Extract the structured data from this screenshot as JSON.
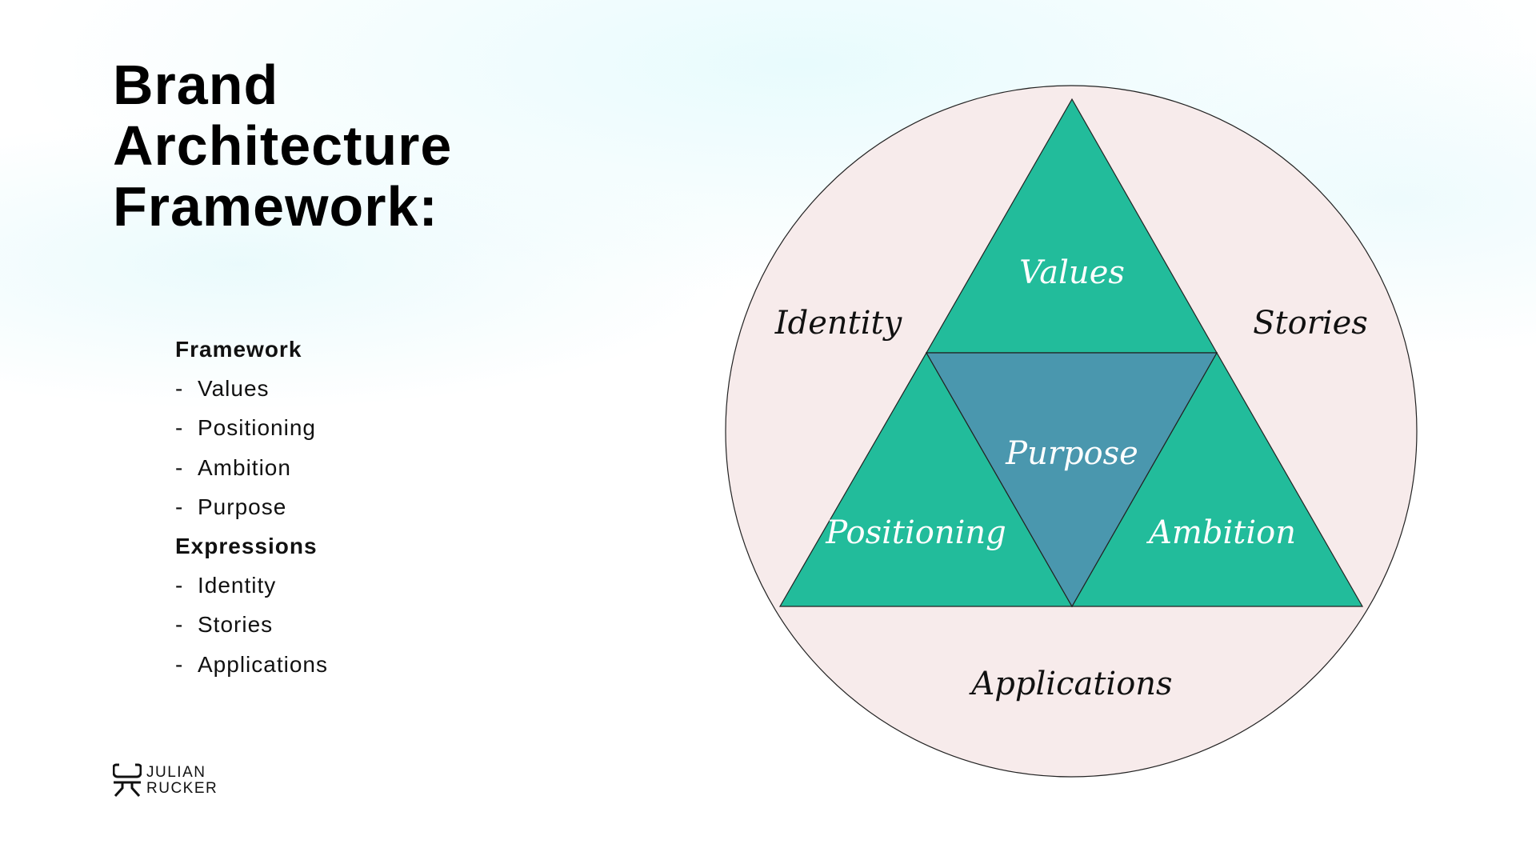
{
  "title": [
    "Brand",
    "Architecture",
    "Framework:"
  ],
  "list": {
    "framework_heading": "Framework",
    "framework_items": [
      "Values",
      "Positioning",
      "Ambition",
      "Purpose"
    ],
    "expressions_heading": "Expressions",
    "expressions_items": [
      "Identity",
      "Stories",
      "Applications"
    ],
    "dash": "-"
  },
  "diagram": {
    "inner": {
      "top": "Values",
      "center": "Purpose",
      "left": "Positioning",
      "right": "Ambition"
    },
    "outer": {
      "left": "Identity",
      "right": "Stories",
      "bottom": "Applications"
    },
    "colors": {
      "circle": "#f7ebeb",
      "triangle": "#22bc9b",
      "center": "#4a97ae",
      "outer_text": "#111111",
      "inner_text": "#ffffff"
    }
  },
  "logo": {
    "line1": "JULIAN",
    "line2": "RUCKER"
  }
}
